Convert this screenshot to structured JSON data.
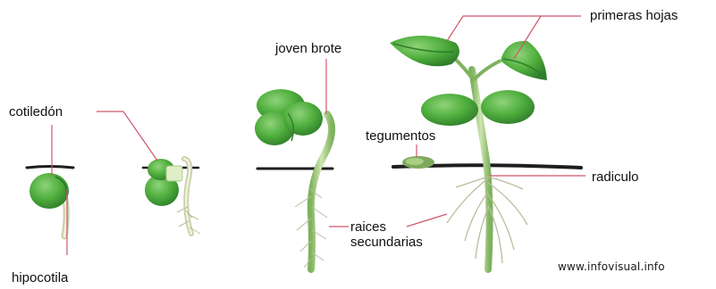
{
  "labels": {
    "cotiledon": "cotiledón",
    "hipocotila": "hipocotila",
    "joven_brote": "joven brote",
    "tegumentos": "tegumentos",
    "primeras_hojas": "primeras hojas",
    "radiculo": "radiculo",
    "raices_line1": "raices",
    "raices_line2": "secundarias"
  },
  "credit": "www.infovisual.info",
  "colors": {
    "leader_line": "#d0556a",
    "leaf_green": "#4fae3c",
    "leaf_dark": "#2f7d2a",
    "stem": "#a8cc86",
    "root": "#cfd4b0",
    "soil": "#1e1e1e"
  }
}
